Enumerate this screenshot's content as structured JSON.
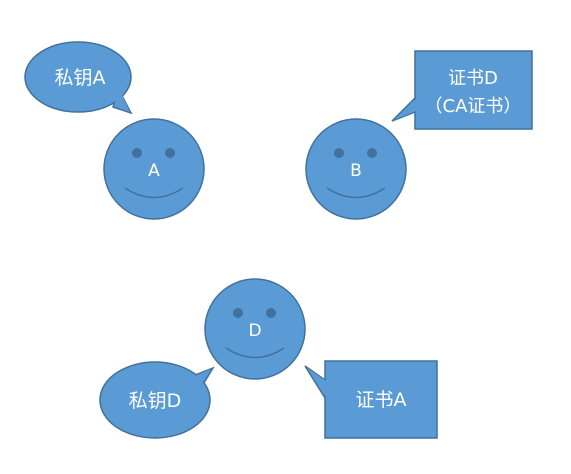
{
  "colors": {
    "fill": "#5B9BD5",
    "stroke": "#41719C",
    "text": "#FFFFFF",
    "background": "#FFFFFF"
  },
  "faces": {
    "a": {
      "label": "A"
    },
    "b": {
      "label": "B"
    },
    "d": {
      "label": "D"
    }
  },
  "callouts": {
    "private_key_a": "私钥A",
    "cert_d_line1": "证书D",
    "cert_d_line2": "（CA证书）",
    "private_key_d": "私钥D",
    "cert_a": "证书A"
  }
}
